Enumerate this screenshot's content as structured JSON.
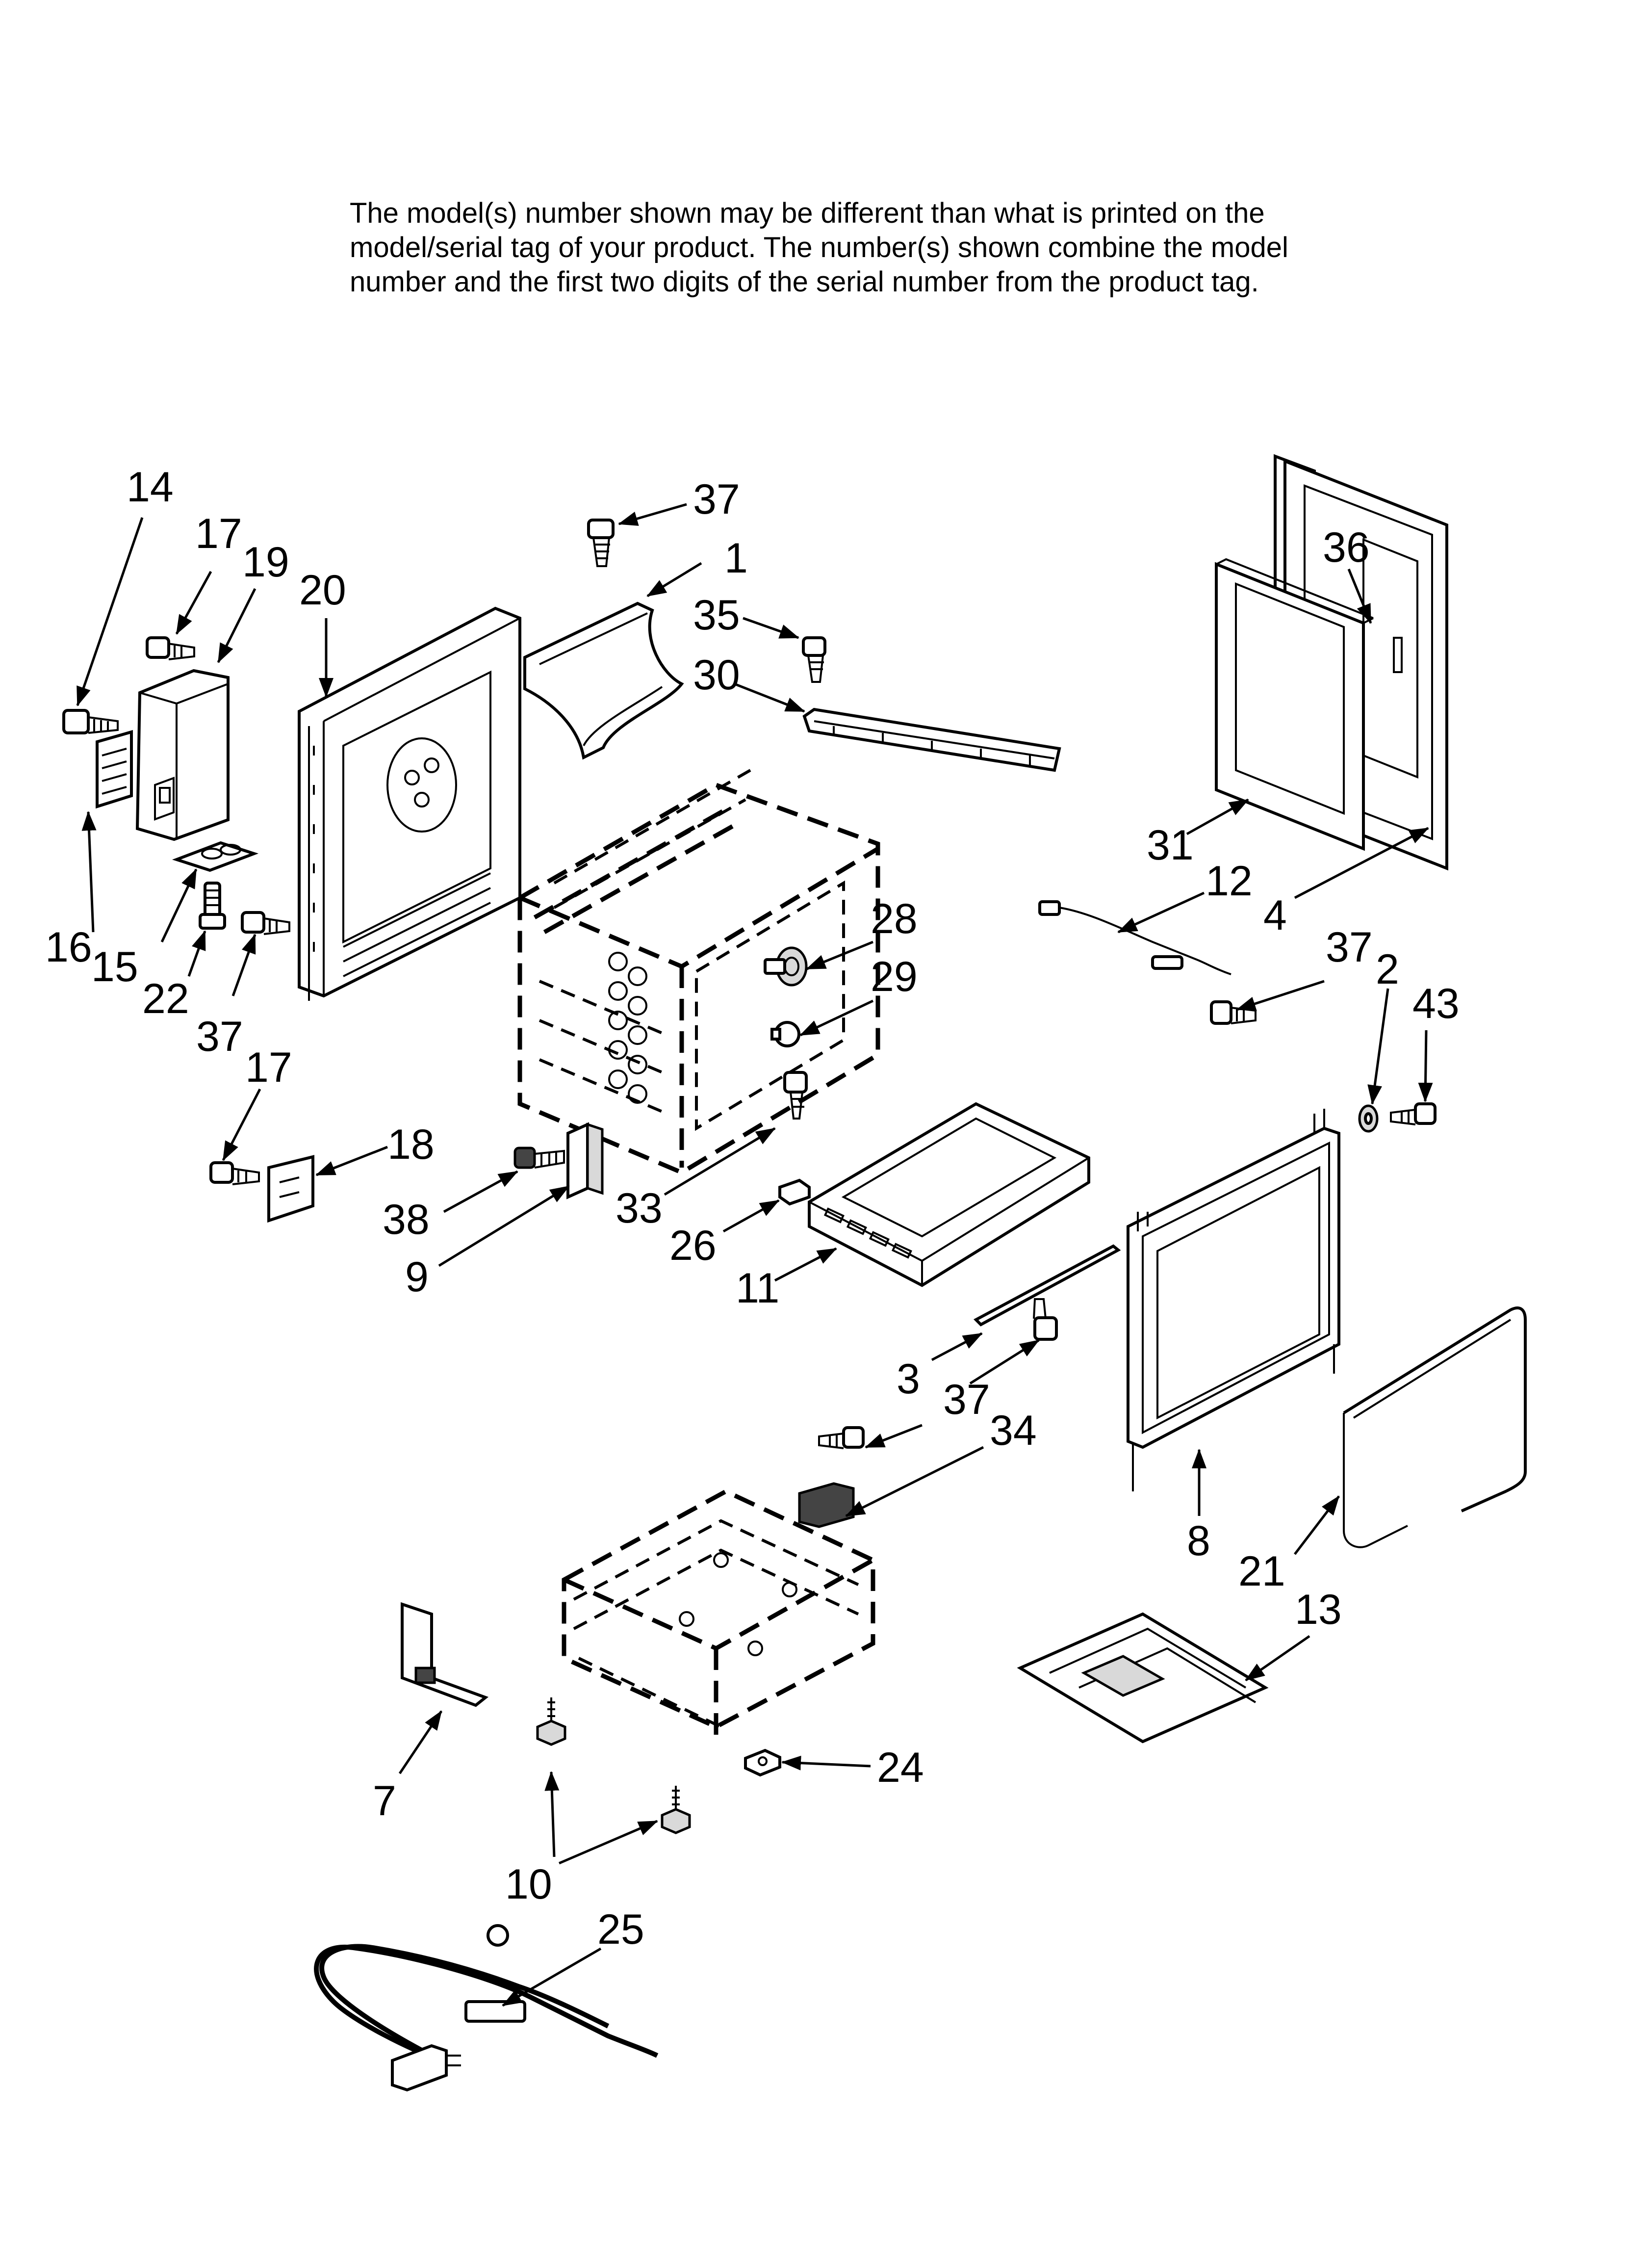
{
  "note": {
    "lines": [
      "The model(s) number shown may be different than what is printed on the",
      "model/serial tag of your product. The number(s) shown combine the model",
      "number and the first two digits of the serial number from the product tag."
    ]
  },
  "callouts": {
    "c14": "14",
    "c17a": "17",
    "c19": "19",
    "c20": "20",
    "c37a": "37",
    "c1": "1",
    "c35": "35",
    "c30": "30",
    "c36": "36",
    "c31": "31",
    "c4": "4",
    "c12": "12",
    "c28": "28",
    "c29": "29",
    "c37b": "37",
    "c2": "2",
    "c43": "43",
    "c16": "16",
    "c15": "15",
    "c22": "22",
    "c37c": "37",
    "c17b": "17",
    "c18": "18",
    "c38": "38",
    "c9": "9",
    "c33": "33",
    "c26": "26",
    "c11": "11",
    "c3": "3",
    "c37d": "37",
    "c34": "34",
    "c8": "8",
    "c21": "21",
    "c13": "13",
    "c7": "7",
    "c24": "24",
    "c10": "10",
    "c25": "25"
  }
}
